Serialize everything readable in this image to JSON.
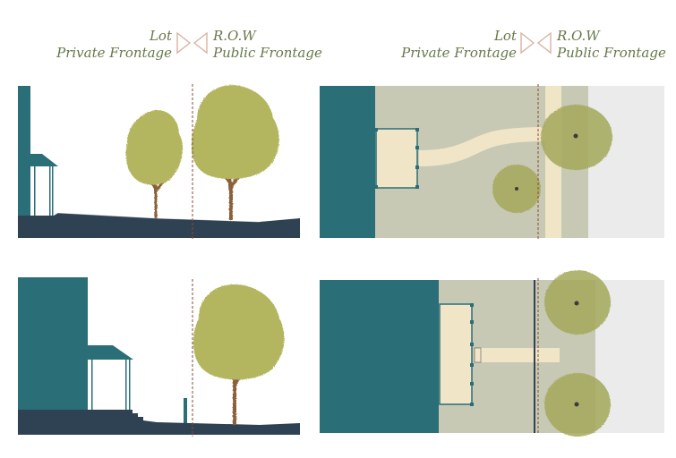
{
  "left_header": {
    "lot_label": "Lot",
    "private_label": "Private Frontage",
    "row_label": "R.O.W",
    "public_label": "Public Frontage"
  },
  "right_header": {
    "lot_label": "Lot",
    "private_label": "Private Frontage",
    "row_label": "R.O.W",
    "public_label": "Public Frontage"
  },
  "colors": {
    "building": "#2a6e78",
    "ground": "#2f4254",
    "tree_canopy": "#b3b55e",
    "tree_trunk": "#8a6038",
    "lot_plan": "#c7c9b5",
    "walk": "#f1e5c8",
    "street": "#ebebec",
    "header_text": "#66784a",
    "divider": "#8a4a30"
  }
}
